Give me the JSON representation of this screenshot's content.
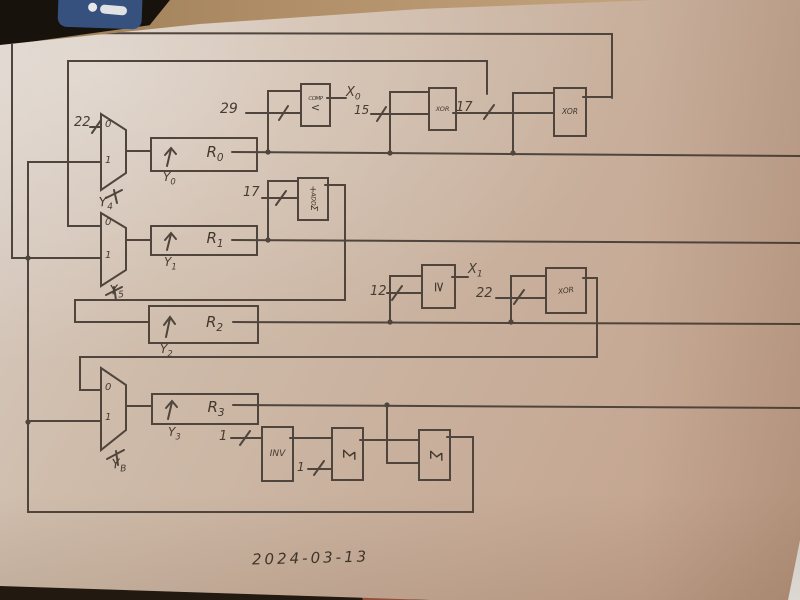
{
  "date_note": "2024-03-13",
  "muxes": [
    {
      "in0": "0",
      "in1": "1",
      "sel_base": "Y",
      "sel_sub": "4"
    },
    {
      "in0": "0",
      "in1": "1",
      "sel_base": "Y",
      "sel_sub": "5"
    },
    {
      "in0": "0",
      "in1": "1",
      "sel_base": "Y",
      "sel_sub": "B"
    }
  ],
  "registers": [
    {
      "name_base": "R",
      "name_sub": "0",
      "en_base": "Y",
      "en_sub": "0"
    },
    {
      "name_base": "R",
      "name_sub": "1",
      "en_base": "Y",
      "en_sub": "1"
    },
    {
      "name_base": "R",
      "name_sub": "2",
      "en_base": "Y",
      "en_sub": "2"
    },
    {
      "name_base": "R",
      "name_sub": "3",
      "en_base": "Y",
      "en_sub": "3"
    }
  ],
  "constants": {
    "mux1_in": "22",
    "comp_in": "29",
    "xor1_in": "15",
    "xor2_in": "17",
    "add_in": "17",
    "ge_in": "12",
    "xor3_in": "22",
    "inv_in": "1",
    "sum1_in": "1"
  },
  "blocks": {
    "comp_name": "COMP",
    "comp_op": "<",
    "xor": "XOR",
    "add_plus": "+",
    "add_name": "ADD",
    "add_sigma": "Σ",
    "ge_op": "≥",
    "inv_name": "INV",
    "sigma": "Σ"
  },
  "outputs": {
    "x0_base": "X",
    "x0_sub": "0",
    "x1_base": "X",
    "x1_sub": "1"
  }
}
